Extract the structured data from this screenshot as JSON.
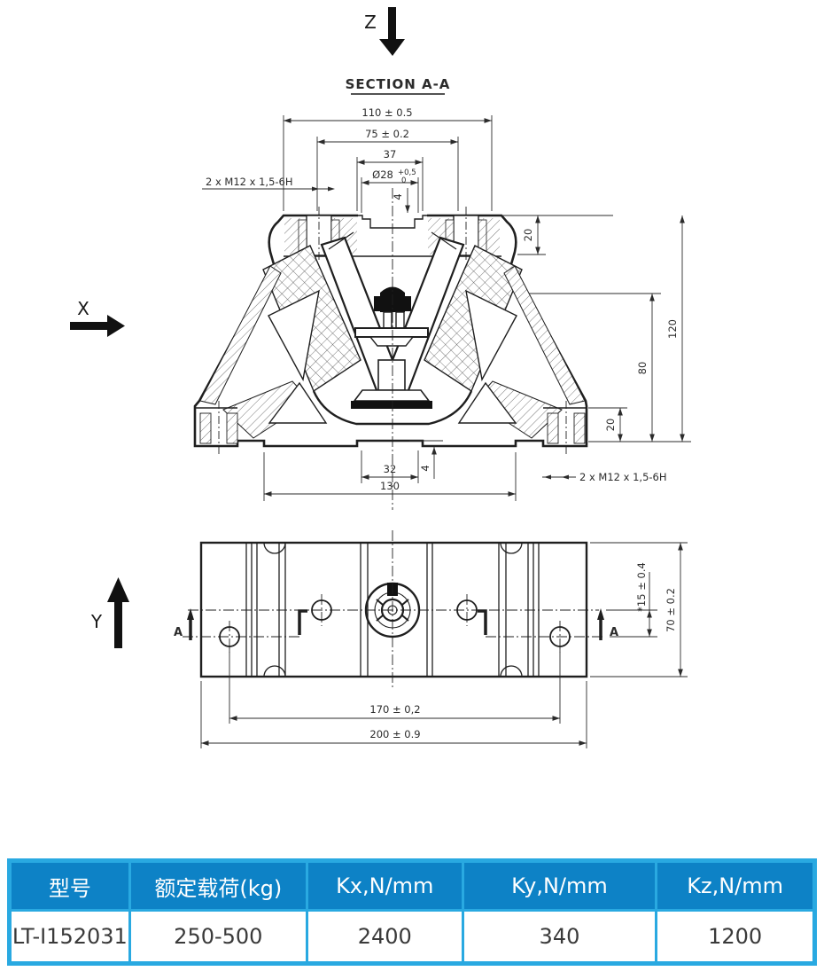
{
  "axes": {
    "z": "Z",
    "x": "X",
    "y": "Y"
  },
  "section_title": "SECTION A-A",
  "section_view": {
    "dims": {
      "w110": "110 ± 0.5",
      "w75": "75 ± 0.2",
      "w37": "37",
      "bore": "Ø28",
      "bore_tol_up": "+0,5",
      "bore_tol_dn": "0",
      "step4_top": "4",
      "thread_left": "2 x M12 x 1,5-6H",
      "h20_top": "20",
      "h120": "120",
      "h80": "80",
      "h20_bottom": "20",
      "w32": "32",
      "step4_bottom": "4",
      "w130": "130",
      "thread_right": "2 x M12 x 1,5-6H"
    }
  },
  "plan_view": {
    "marker": "A",
    "dims": {
      "off15": "*15 ± 0.4",
      "h70": "70 ± 0.2",
      "w170": "170 ± 0,2",
      "w200": "200 ± 0.9"
    }
  },
  "table": {
    "accent": "#0d82c6",
    "frame": "#29a9e1",
    "headers": [
      "型号",
      "额定载荷(kg)",
      "Kx,N/mm",
      "Ky,N/mm",
      "Kz,N/mm"
    ],
    "rows": [
      [
        "LT-I152031",
        "250-500",
        "2400",
        "340",
        "1200"
      ]
    ]
  }
}
